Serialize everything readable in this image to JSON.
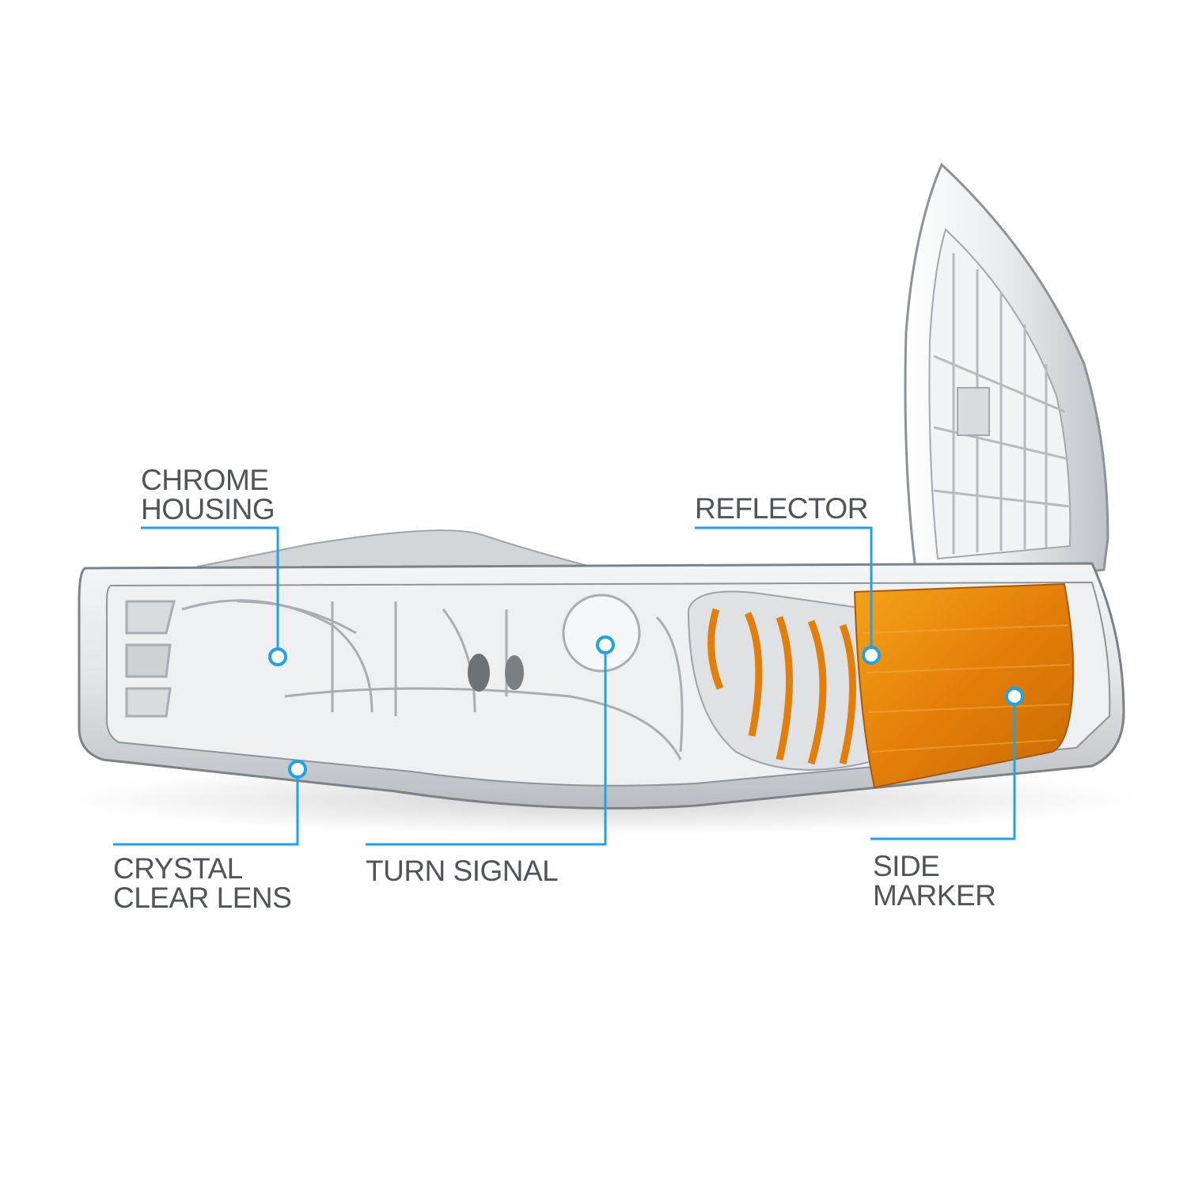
{
  "callouts": {
    "chrome_housing": {
      "line1": "CHROME",
      "line2": "HOUSING"
    },
    "reflector": {
      "line1": "REFLECTOR"
    },
    "crystal_clear_lens": {
      "line1": "CRYSTAL",
      "line2": "CLEAR LENS"
    },
    "turn_signal": {
      "line1": "TURN SIGNAL"
    },
    "side_marker": {
      "line1": "SIDE",
      "line2": "MARKER"
    }
  },
  "colors": {
    "accent": "#1fa3e6",
    "label_text": "#505358",
    "amber": "#e8870c",
    "chrome": "#c9ccd0"
  }
}
